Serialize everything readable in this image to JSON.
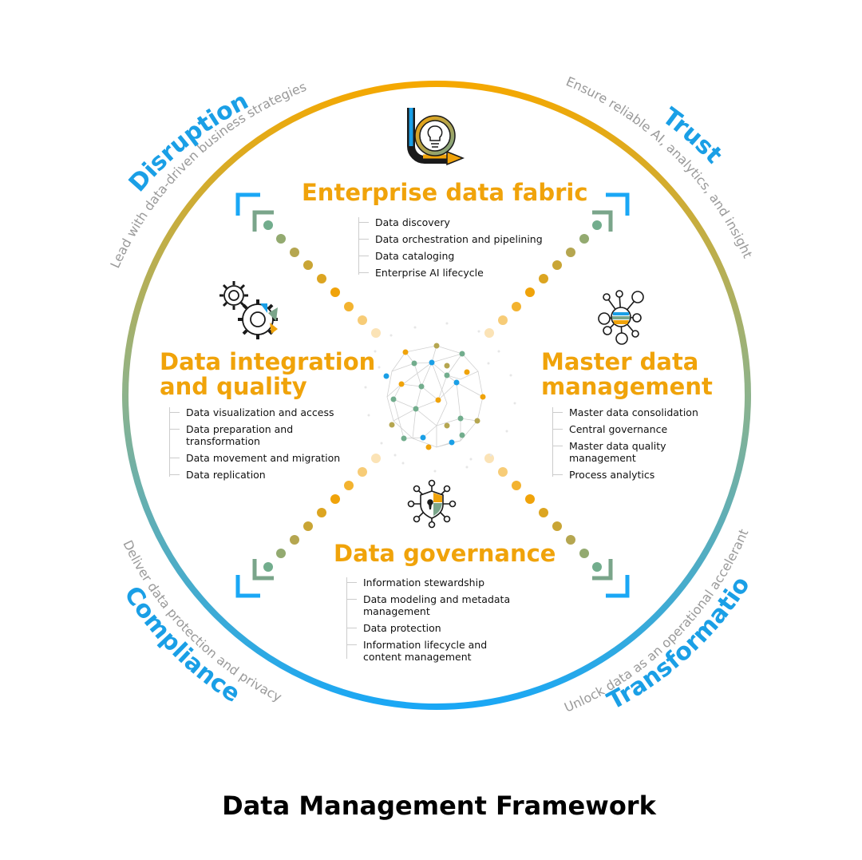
{
  "footer": {
    "title": "Data Management Framework"
  },
  "colors": {
    "orange": "#f0a30a",
    "blue": "#1a9fe6",
    "olive": "#b5a650",
    "teal": "#72ad8d",
    "ring_top": "#f5a800",
    "ring_mid": "#8db38c",
    "ring_bottom": "#1aa7f5",
    "corner_note": "#9a9a9a",
    "dark": "#1a1a1a"
  },
  "corners": {
    "top_left": {
      "label": "Disruption",
      "note": "Lead with data-driven business strategies"
    },
    "top_right": {
      "label": "Trust",
      "note": "Ensure reliable AI, analytics, and insight"
    },
    "bottom_left": {
      "label": "Compliance",
      "note": "Deliver data protection and privacy"
    },
    "bottom_right": {
      "label": "Transformation",
      "note": "Unlock data as an operational accelerant"
    }
  },
  "sections": {
    "fabric": {
      "title": "Enterprise data fabric",
      "icon": "lightbulb-cycle-icon",
      "items": [
        "Data discovery",
        "Data orchestration and pipelining",
        "Data cataloging",
        "Enterprise AI lifecycle"
      ]
    },
    "integration": {
      "title_line1": "Data integration",
      "title_line2": "and quality",
      "icon": "gears-icon",
      "items": [
        "Data visualization and access",
        "Data preparation and transformation",
        "Data movement and migration",
        "Data replication"
      ]
    },
    "master": {
      "title_line1": "Master data",
      "title_line2": "management",
      "icon": "node-hub-icon",
      "items": [
        "Master data consolidation",
        "Central governance",
        "Master data quality management",
        "Process analytics"
      ]
    },
    "governance": {
      "title": "Data governance",
      "icon": "shield-lock-icon",
      "items": [
        "Information stewardship",
        "Data modeling and metadata management",
        "Data protection",
        "Information lifecycle and content management"
      ]
    }
  }
}
